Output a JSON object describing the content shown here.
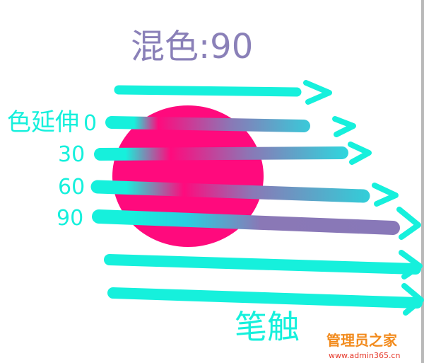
{
  "title": "混色:90",
  "row_label_prefix": "色延伸",
  "rows": [
    "0",
    "30",
    "60",
    "90"
  ],
  "brush_label": "笔触",
  "watermark": {
    "name": "管理员之家",
    "url": "www.admin365.cn"
  },
  "colors": {
    "title": "#8a80b8",
    "cyan": "#16f0dc",
    "pink": "#ff0a7d",
    "purple": "#8a78b6",
    "watermark_orange": "#f28b1d",
    "watermark_red": "#e63a2c"
  }
}
